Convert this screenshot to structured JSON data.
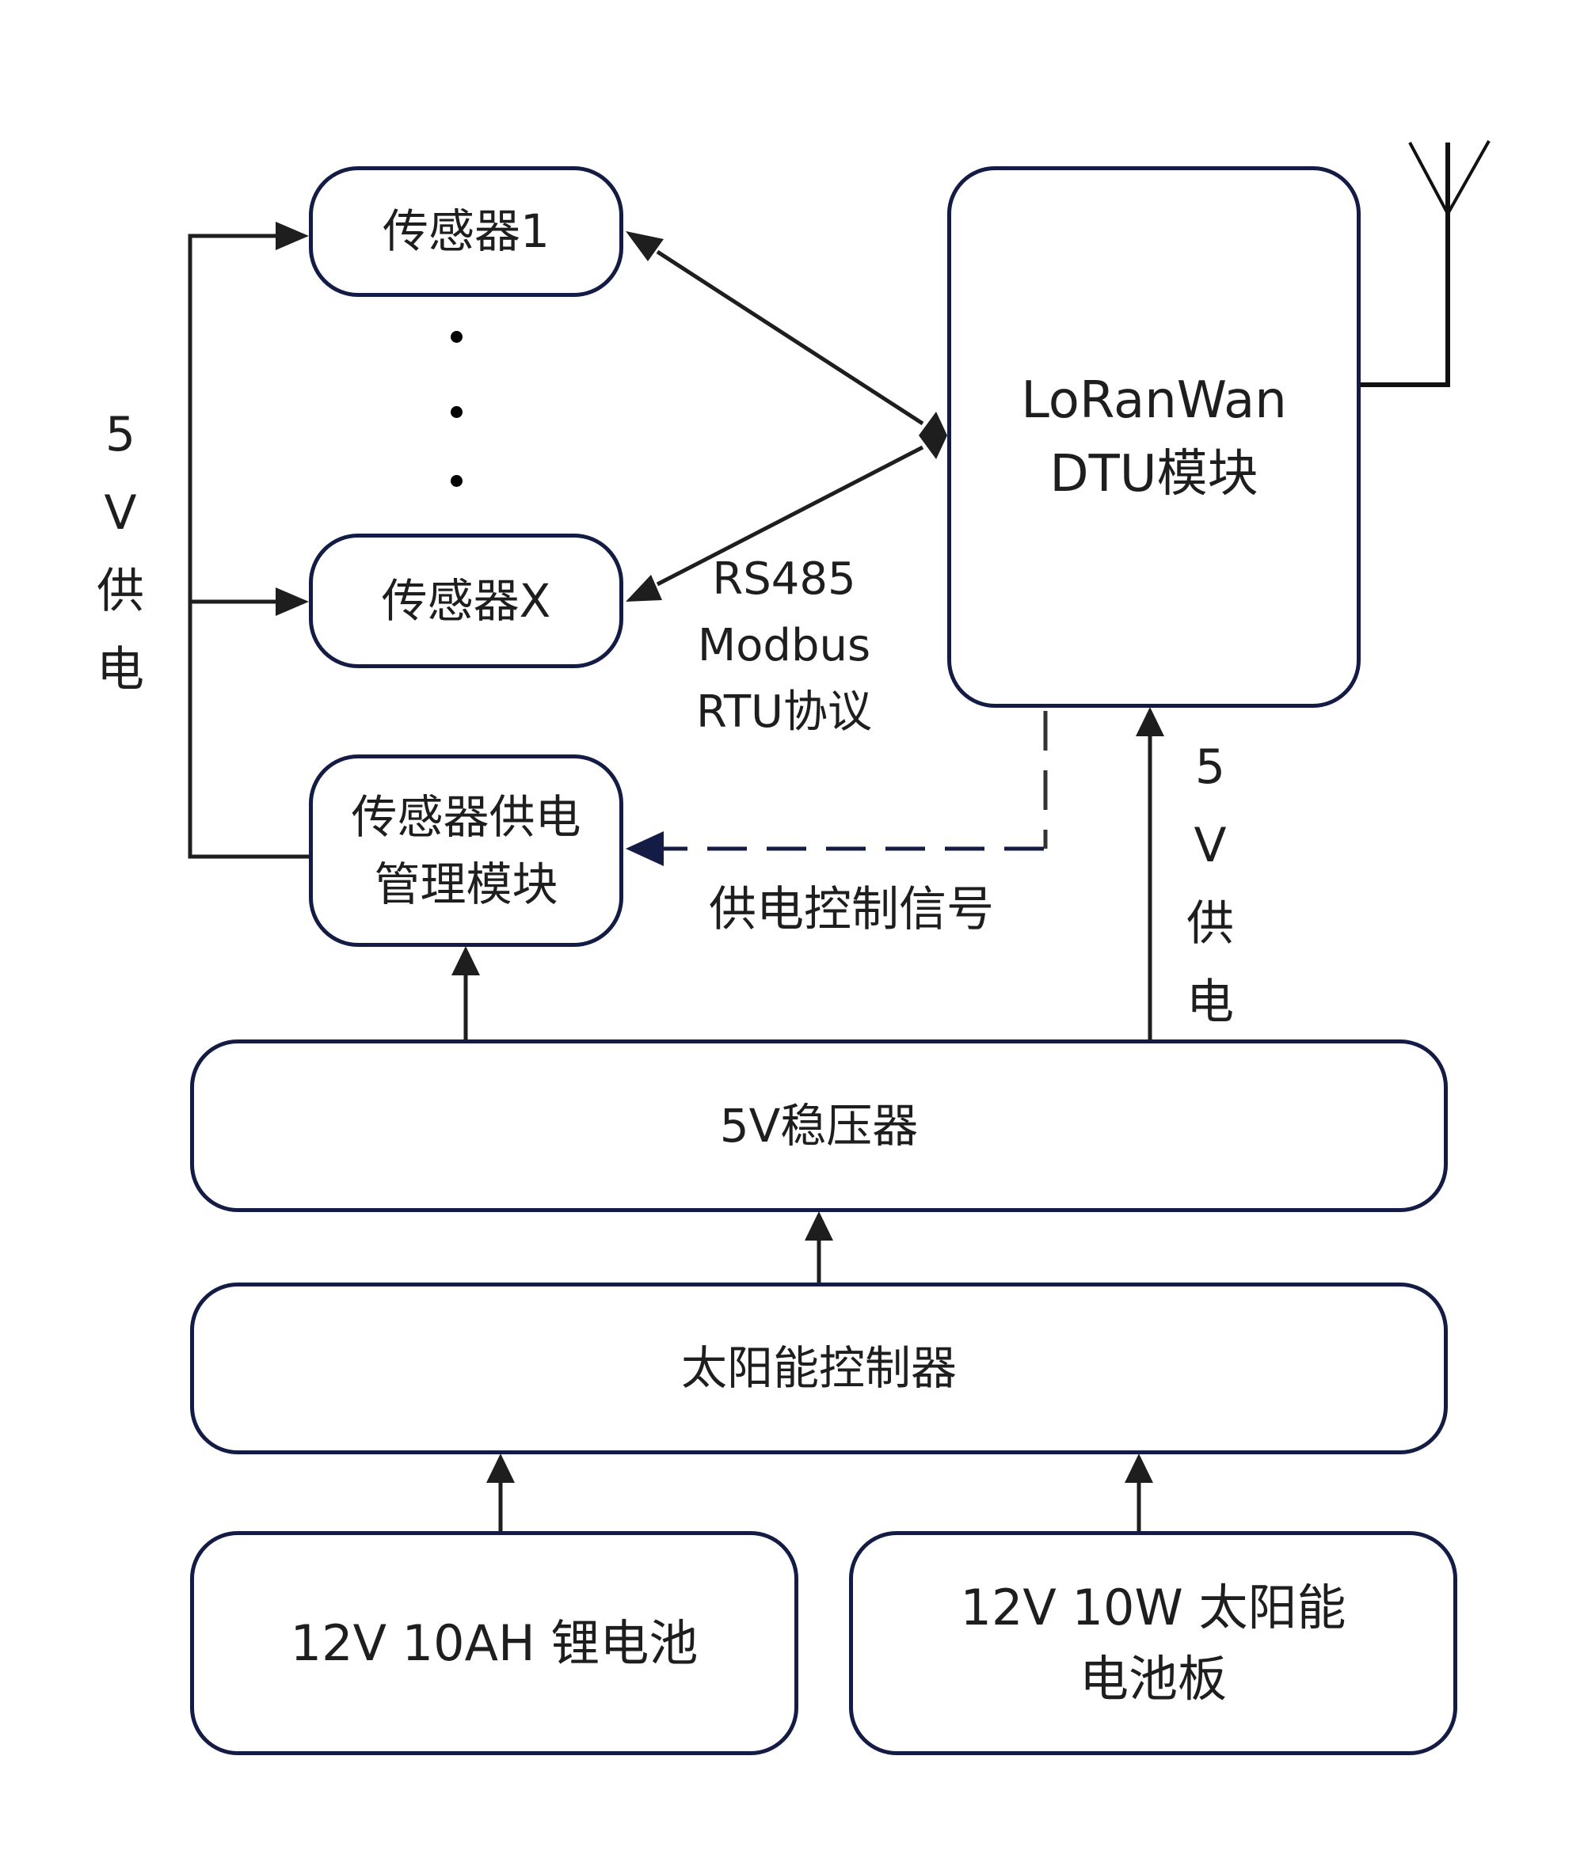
{
  "diagram": {
    "nodes": {
      "sensor_1": "传感器1",
      "sensor_x": "传感器X",
      "sensor_power_mgmt": [
        "传感器供电",
        "管理模块"
      ],
      "dtu_module": [
        "LoRanWan",
        "DTU模块"
      ],
      "regulator_5v": "5V稳压器",
      "solar_controller": "太阳能控制器",
      "battery": "12V 10AH 锂电池",
      "solar_panel": [
        "12V 10W 太阳能",
        "电池板"
      ]
    },
    "edge_labels": {
      "rs485": [
        "RS485",
        "Modbus",
        "RTU协议"
      ],
      "power_control_signal": "供电控制信号",
      "left_supply": [
        "5",
        "V",
        "供",
        "电"
      ],
      "dtu_supply": [
        "5",
        "V",
        "供",
        "电"
      ]
    },
    "ellipsis_dots": 3,
    "colors": {
      "box_border": "#141b45",
      "line": "#1e1e1e",
      "dashed_line": "#141b45",
      "text": "#1e1e1e"
    }
  }
}
